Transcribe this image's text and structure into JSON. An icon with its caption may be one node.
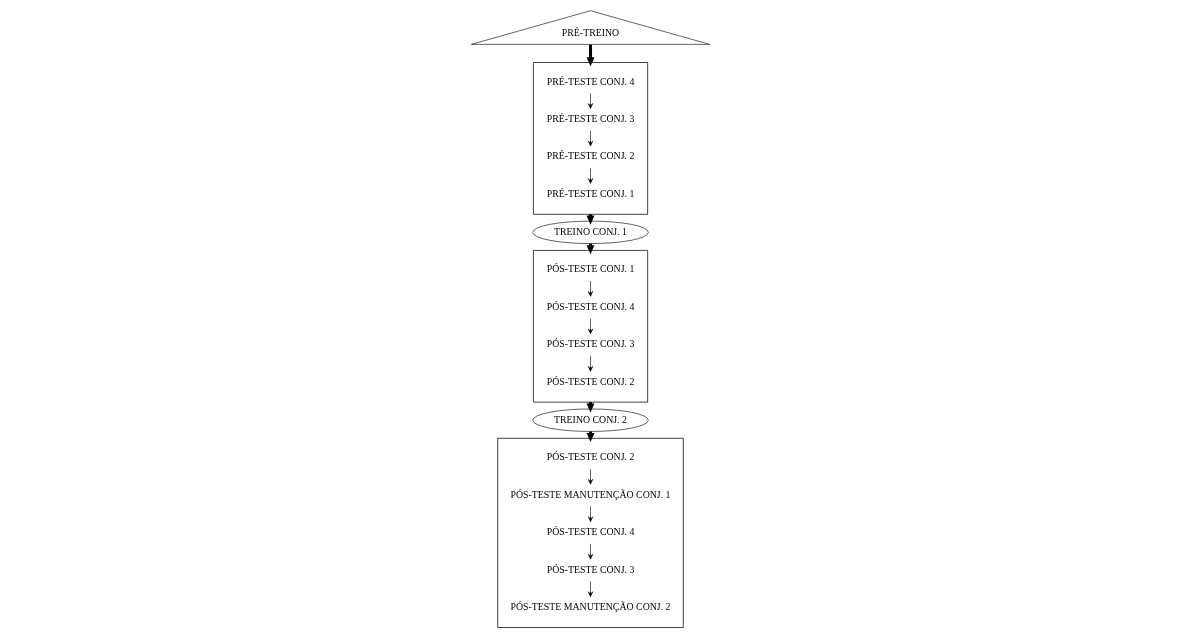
{
  "diagram": {
    "nodes": [
      {
        "text": [
          "PRÉ-TREINO"
        ]
      },
      {
        "text": [],
        "shape": "box"
      },
      {
        "text": [
          "PRÉ-TESTE CONJ. 4"
        ],
        "in": 1
      },
      {
        "text": [
          "PRÉ-TESTE CONJ. 3"
        ],
        "in": 1
      },
      {
        "text": [
          "PRÉ-TESTE CONJ. 2"
        ],
        "in": 1
      },
      {
        "text": [
          "PRÉ-TESTE CONJ. 1"
        ],
        "in": 1
      },
      {
        "text": [
          "TREINO CONJ. 1"
        ]
      },
      {
        "text": [],
        "shape": "box"
      },
      {
        "text": [
          "PÓS-TESTE CONJ. 1"
        ],
        "in": 7
      },
      {
        "text": [
          "PÓS-TESTE CONJ. 4"
        ],
        "in": 7
      },
      {
        "text": [
          "PÓS-TESTE CONJ. 3"
        ],
        "in": 7
      },
      {
        "text": [
          "PÓS-TESTE CONJ. 2"
        ],
        "in": 7
      },
      {
        "text": [
          "TREINO CONJ. 2"
        ]
      },
      {
        "text": [],
        "shape": "box"
      },
      {
        "text": [
          "PÓS-TESTE CONJ. 2"
        ],
        "in": 13
      },
      {
        "text": [
          "PÓS-TESTE MANUTENÇÃO CONJ. 1"
        ],
        "in": 13
      },
      {
        "text": [
          "PÓS-TESTE CONJ. 4"
        ],
        "in": 13
      },
      {
        "text": [
          "PÓS-TESTE CONJ. 3"
        ],
        "in": 13
      },
      {
        "text": [
          "PÓS-TESTE MANUTENÇÃO CONJ. 2"
        ],
        "in": 13
      }
    ],
    "edges": [
      {
        "from": 0,
        "to": 1,
        "arrow": "to",
        "style": "thick"
      },
      {
        "from": 2,
        "to": 3,
        "arrow": "to"
      },
      {
        "from": 3,
        "to": 4,
        "arrow": "to"
      },
      {
        "from": 4,
        "to": 5,
        "arrow": "to"
      },
      {
        "from": 1,
        "to": 6,
        "arrow": "to",
        "style": "thick"
      },
      {
        "from": 6,
        "to": 7,
        "arrow": "to",
        "style": "thick"
      },
      {
        "from": 8,
        "to": 9,
        "arrow": "to"
      },
      {
        "from": 9,
        "to": 10,
        "arrow": "to"
      },
      {
        "from": 10,
        "to": 11,
        "arrow": "to"
      },
      {
        "from": 7,
        "to": 12,
        "arrow": "to",
        "style": "thick"
      },
      {
        "from": 12,
        "to": 13,
        "arrow": "to",
        "style": "thick"
      },
      {
        "from": 14,
        "to": 15,
        "arrow": "to"
      },
      {
        "from": 15,
        "to": 16,
        "arrow": "to"
      },
      {
        "from": 16,
        "to": 17,
        "arrow": "to"
      },
      {
        "from": 17,
        "to": 18,
        "arrow": "to"
      }
    ]
  }
}
